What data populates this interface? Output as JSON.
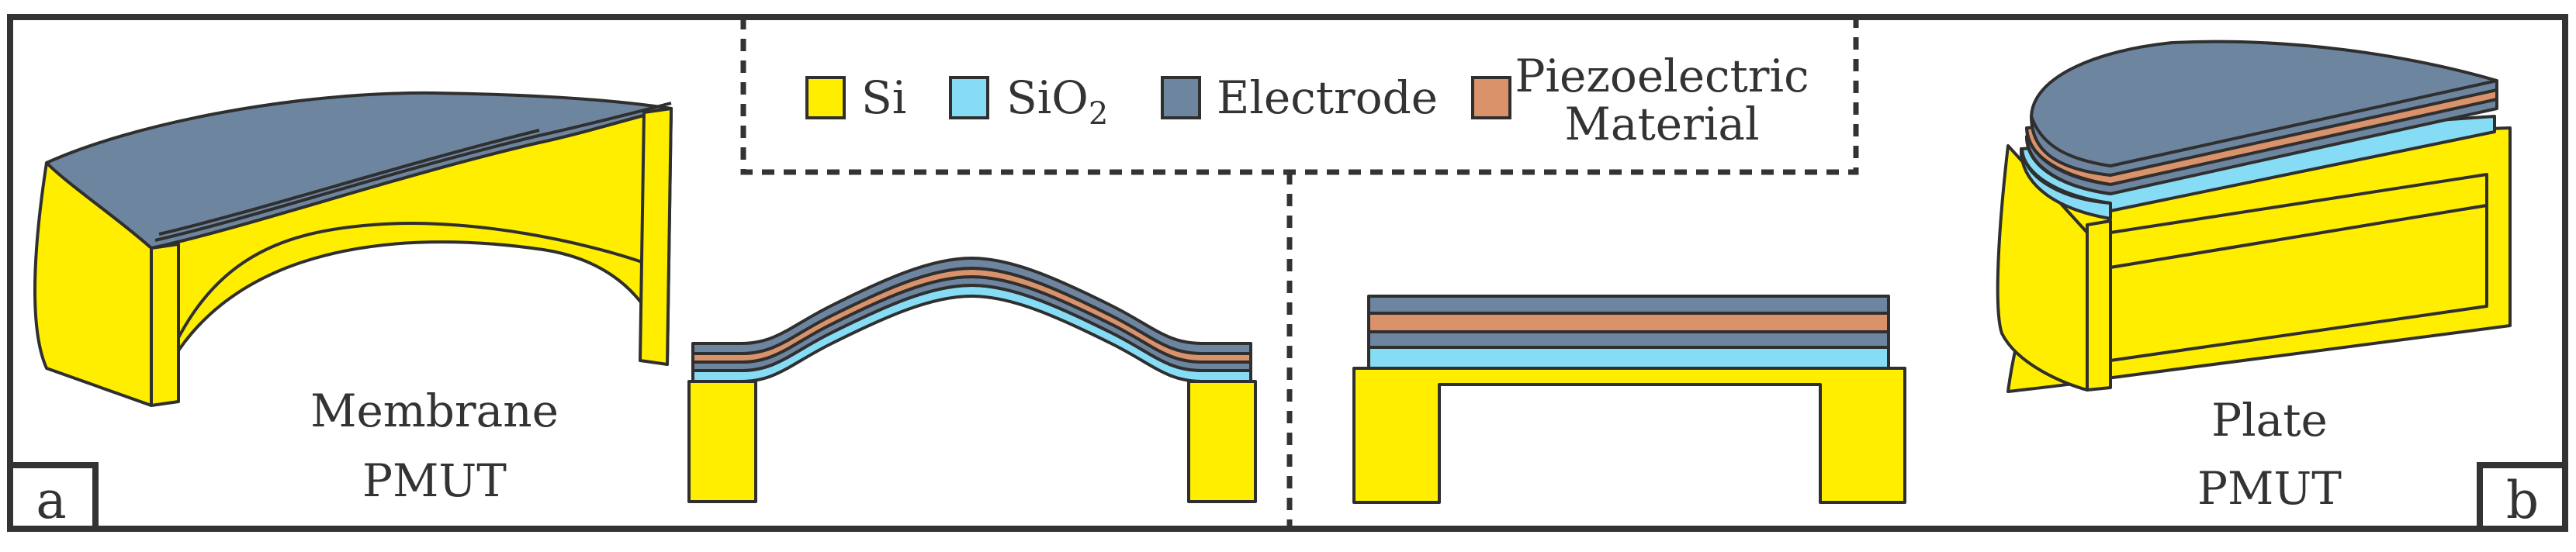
{
  "colors": {
    "si": "#FFEE00",
    "sio2": "#87DCF5",
    "electrode": "#6E85A0",
    "piezo": "#D9926A",
    "outline": "#2F2F2F",
    "frame": "#333333"
  },
  "legend": {
    "items": [
      {
        "label": "Si",
        "color_key": "si"
      },
      {
        "label": "SiO",
        "sub": "2",
        "color_key": "sio2"
      },
      {
        "label": "Electrode",
        "color_key": "electrode"
      },
      {
        "label_line1": "Piezoelectric",
        "label_line2": "Material",
        "color_key": "piezo"
      }
    ]
  },
  "panel_a": {
    "letter": "a",
    "title_line1": "Membrane",
    "title_line2": "PMUT"
  },
  "panel_b": {
    "letter": "b",
    "title_line1": "Plate",
    "title_line2": "PMUT"
  }
}
